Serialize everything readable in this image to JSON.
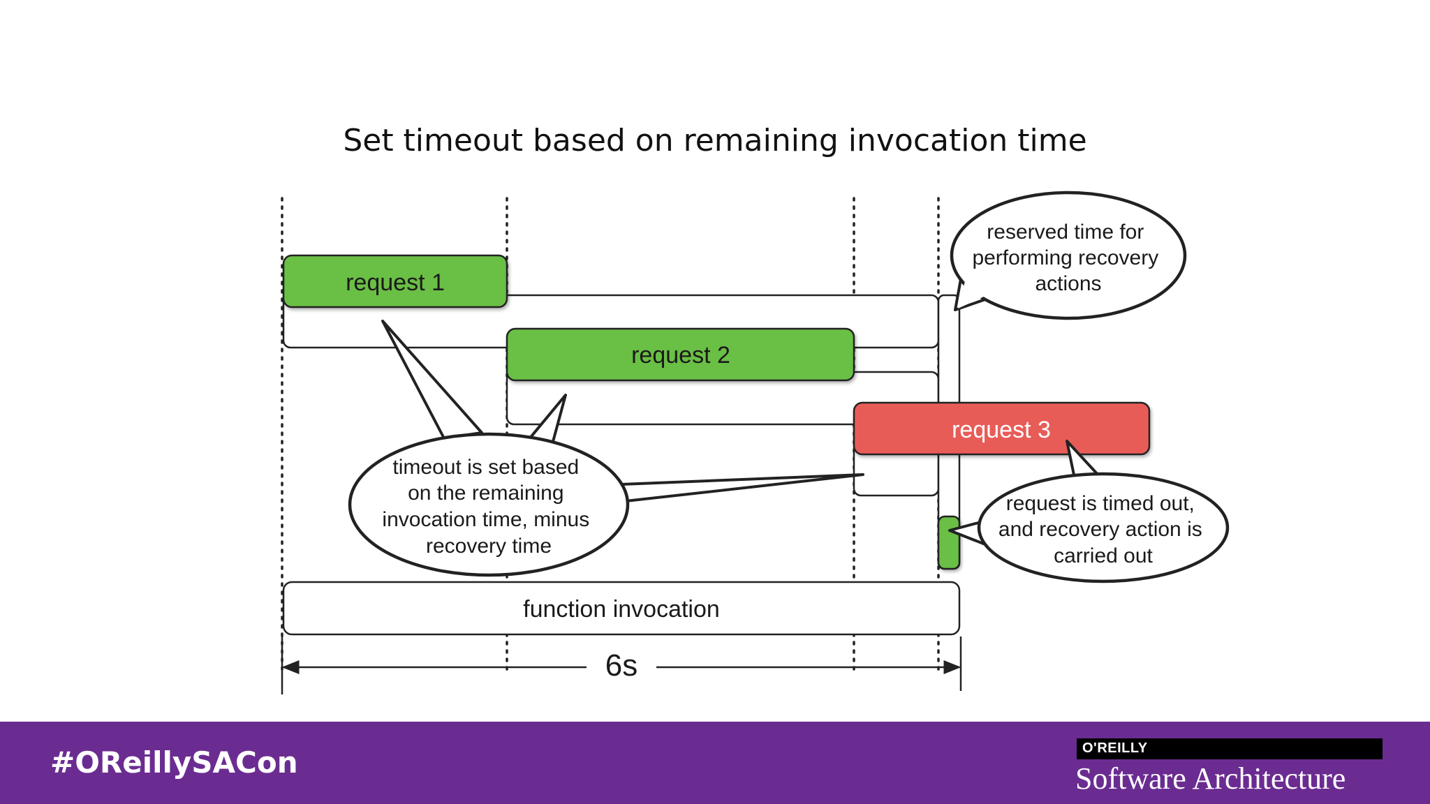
{
  "slide": {
    "title": "Set timeout based on remaining invocation time"
  },
  "diagram": {
    "bars": {
      "request_1": "request 1",
      "request_2": "request 2",
      "request_3": "request 3",
      "function_invocation": "function invocation"
    },
    "duration_label": "6s",
    "callouts": {
      "reserved_time": [
        "reserved time for",
        "performing recovery",
        "actions"
      ],
      "timeout_set": [
        "timeout is set based",
        "on the remaining",
        "invocation time, minus",
        "recovery time"
      ],
      "timed_out": [
        "request is timed out,",
        "and recovery action is",
        "carried out"
      ]
    },
    "colors": {
      "request_ok": "#6abf45",
      "request_failed": "#e85c58",
      "outline": "#222222",
      "footer": "#6b2c91"
    }
  },
  "footer": {
    "hashtag": "#OReillySACon",
    "publisher": "O'REILLY",
    "conference": "Software Architecture"
  }
}
